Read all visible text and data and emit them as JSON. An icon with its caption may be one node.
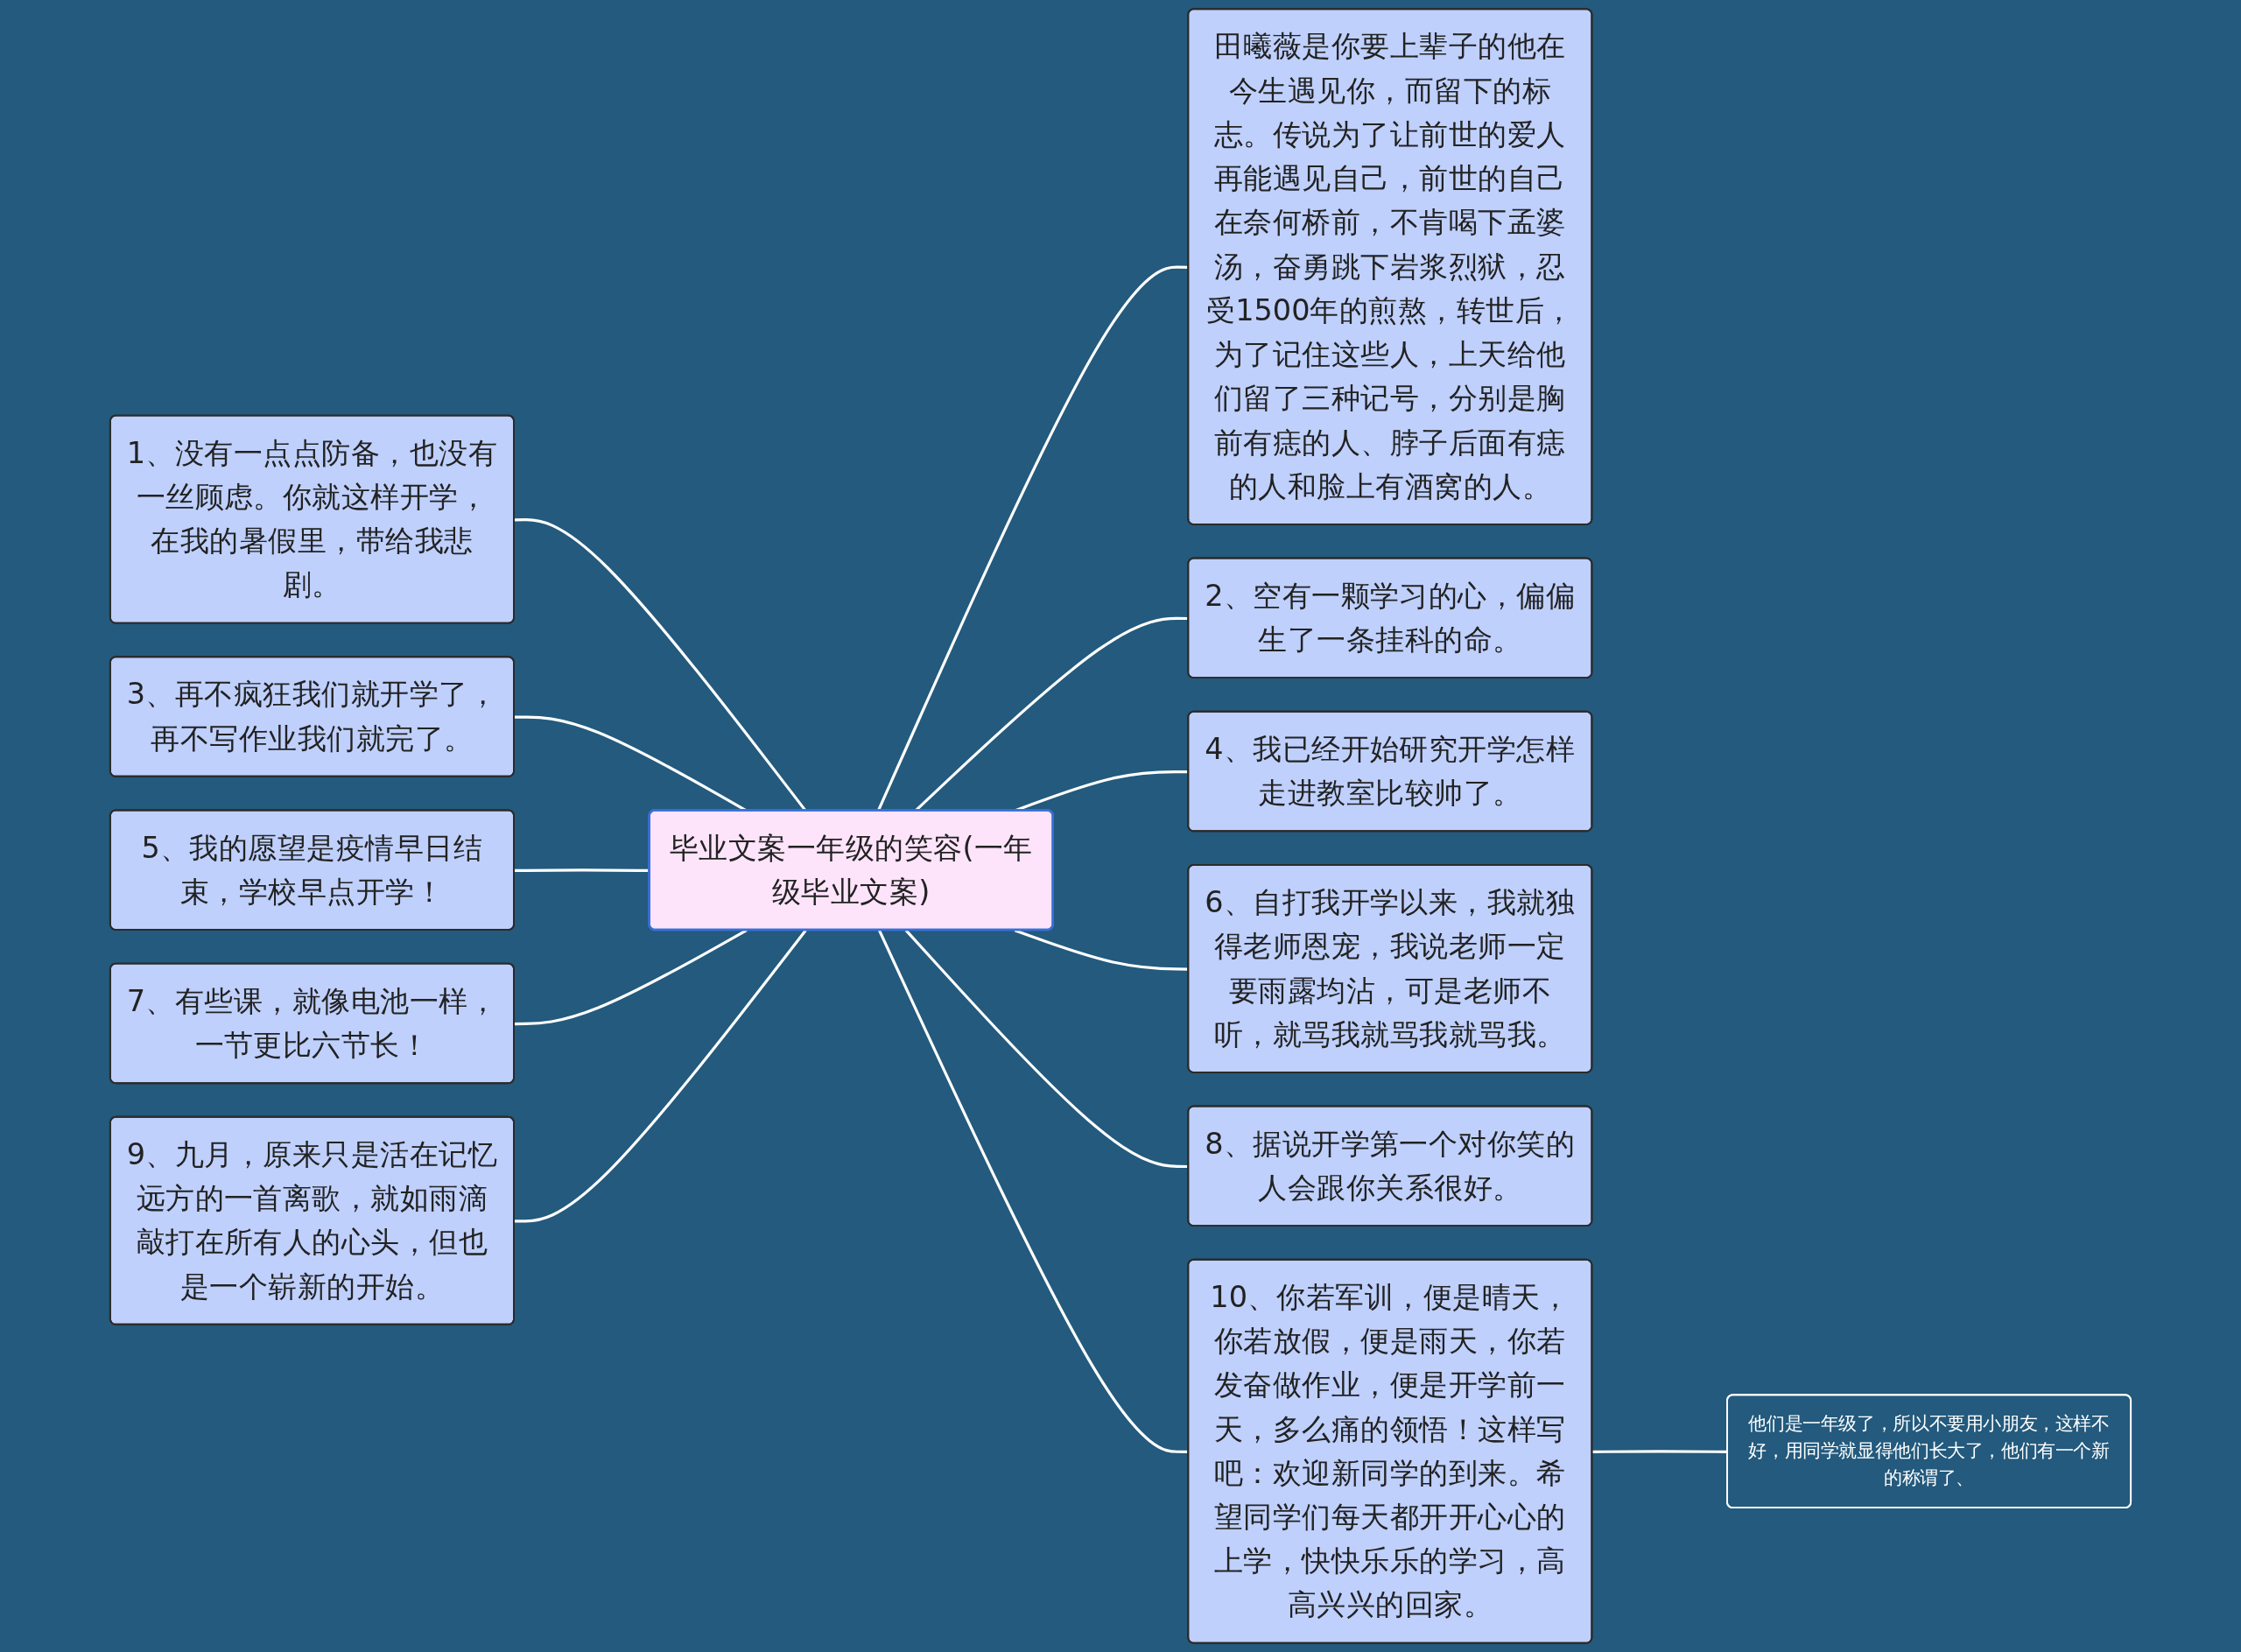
{
  "diagram": {
    "nodes": [
      {
        "text": [
          "毕业文案一年级的笑容(一年级毕业文案)"
        ]
      },
      {
        "text": [
          "田曦薇是你要上辈子的他在今生遇见你，而留下的标志。传说为了让前世的爱人再能遇见自己，前世的自己在奈何桥前，不肯喝下孟婆汤，奋勇跳下岩浆烈狱，忍受1500年的煎熬，转世后，为了记住这些人，上天给他们留了三种记号，分别是胸前有痣的人、脖子后面有痣的人和脸上有酒窝的人。"
        ]
      },
      {
        "text": [
          "1、没有一点点防备，也没有一丝顾虑。你就这样开学，在我的暑假里，带给我悲剧。"
        ]
      },
      {
        "text": [
          "2、空有一颗学习的心，偏偏生了一条挂科的命。"
        ]
      },
      {
        "text": [
          "3、再不疯狂我们就开学了，再不写作业我们就完了。"
        ]
      },
      {
        "text": [
          "4、我已经开始研究开学怎样走进教室比较帅了。"
        ]
      },
      {
        "text": [
          "5、我的愿望是疫情早日结束，学校早点开学！"
        ]
      },
      {
        "text": [
          "6、自打我开学以来，我就独得老师恩宠，我说老师一定要雨露均沾，可是老师不听，就骂我就骂我就骂我。"
        ]
      },
      {
        "text": [
          "7、有些课，就像电池一样，一节更比六节长！"
        ]
      },
      {
        "text": [
          "8、据说开学第一个对你笑的人会跟你关系很好。"
        ]
      },
      {
        "text": [
          "9、九月，原来只是活在记忆远方的一首离歌，就如雨滴敲打在所有人的心头，但也是一个崭新的开始。"
        ]
      },
      {
        "text": [
          "10、你若军训，便是晴天，你若放假，便是雨天，你若发奋做作业，便是开学前一天，多么痛的领悟！这样写吧：欢迎新同学的到来。希望同学们每天都开开心心的上学，快快乐乐的学习，高高兴兴的回家。"
        ]
      },
      {
        "text": [
          "他们是一年级了，所以不要用小朋友，这样不好，用同学就显得他们长大了，他们有一个新的称谓了、"
        ]
      }
    ],
    "edges": [
      {
        "from": 0,
        "to": 1,
        "arrow": "none"
      },
      {
        "from": 0,
        "to": 2,
        "arrow": "none"
      },
      {
        "from": 0,
        "to": 3,
        "arrow": "none"
      },
      {
        "from": 0,
        "to": 4,
        "arrow": "none"
      },
      {
        "from": 0,
        "to": 5,
        "arrow": "none"
      },
      {
        "from": 0,
        "to": 6,
        "arrow": "none"
      },
      {
        "from": 0,
        "to": 7,
        "arrow": "none"
      },
      {
        "from": 0,
        "to": 8,
        "arrow": "none"
      },
      {
        "from": 0,
        "to": 9,
        "arrow": "none"
      },
      {
        "from": 0,
        "to": 10,
        "arrow": "none"
      },
      {
        "from": 0,
        "to": 11,
        "arrow": "none"
      },
      {
        "from": 11,
        "to": 12,
        "arrow": "none"
      }
    ]
  }
}
